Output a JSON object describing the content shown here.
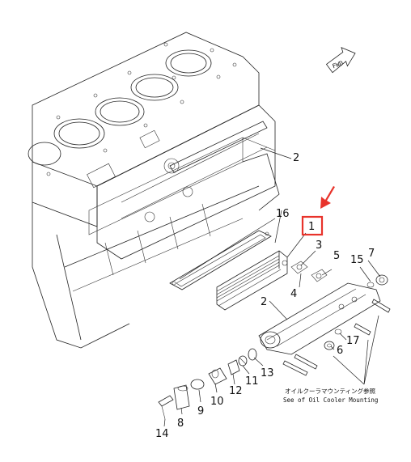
{
  "callouts": {
    "p1": "1",
    "p2a": "2",
    "p2b": "2",
    "p3": "3",
    "p4": "4",
    "p5": "5",
    "p6": "6",
    "p7": "7",
    "p8": "8",
    "p9": "9",
    "p10": "10",
    "p11": "11",
    "p12": "12",
    "p13": "13",
    "p14": "14",
    "p15": "15",
    "p16": "16",
    "p17": "17"
  },
  "fwd_label": "FWD",
  "note_jp": "オイルクーラマウンティング参照",
  "note_en": "See of Oil Cooler Mounting",
  "colors": {
    "highlight": "#e8332b",
    "arrow": "#e8332b",
    "line": "#222222"
  },
  "icons": [
    "fwd-arrow-icon",
    "pointer-arrow-icon"
  ]
}
